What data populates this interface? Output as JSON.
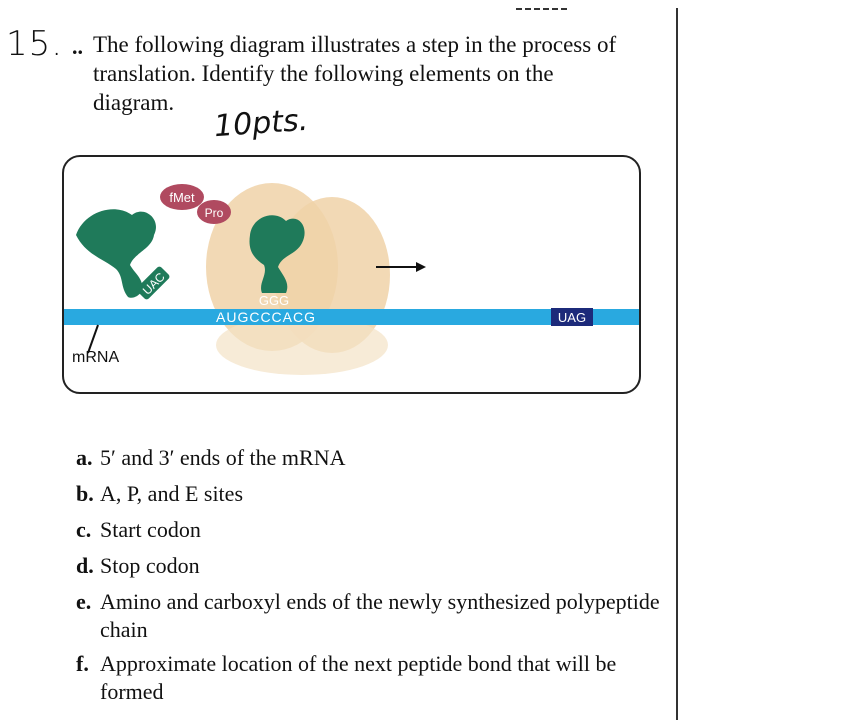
{
  "question": {
    "number": "15.",
    "bullet": "..",
    "prompt": "The following diagram illustrates a step in the process of translation. Identify the following elements on the diagram.",
    "points_note": "10pts."
  },
  "diagram": {
    "amino_acid_1": "fMet",
    "amino_acid_2": "Pro",
    "trna_left_anticodon": "UAC",
    "trna_right_anticodon": "GGG",
    "mrna_sequence": "AUGCCCACG",
    "stop_codon_box": "UAG",
    "mrna_label": "mRNA",
    "colors": {
      "mrna": "#29a9e0",
      "trna": "#1f7a5a",
      "ribosome": "#f0d2a8",
      "amino_acid": "#b04a60",
      "stop_box": "#1c2a7a"
    }
  },
  "items": [
    {
      "letter": "a.",
      "text": "5′ and 3′ ends of the mRNA"
    },
    {
      "letter": "b.",
      "text": "A, P, and E sites"
    },
    {
      "letter": "c.",
      "text": "Start codon"
    },
    {
      "letter": "d.",
      "text": "Stop codon"
    },
    {
      "letter": "e.",
      "text": "Amino and carboxyl ends of the newly synthesized polypeptide chain"
    },
    {
      "letter": "f.",
      "text": "Approximate location of the next peptide bond that will be formed"
    }
  ]
}
